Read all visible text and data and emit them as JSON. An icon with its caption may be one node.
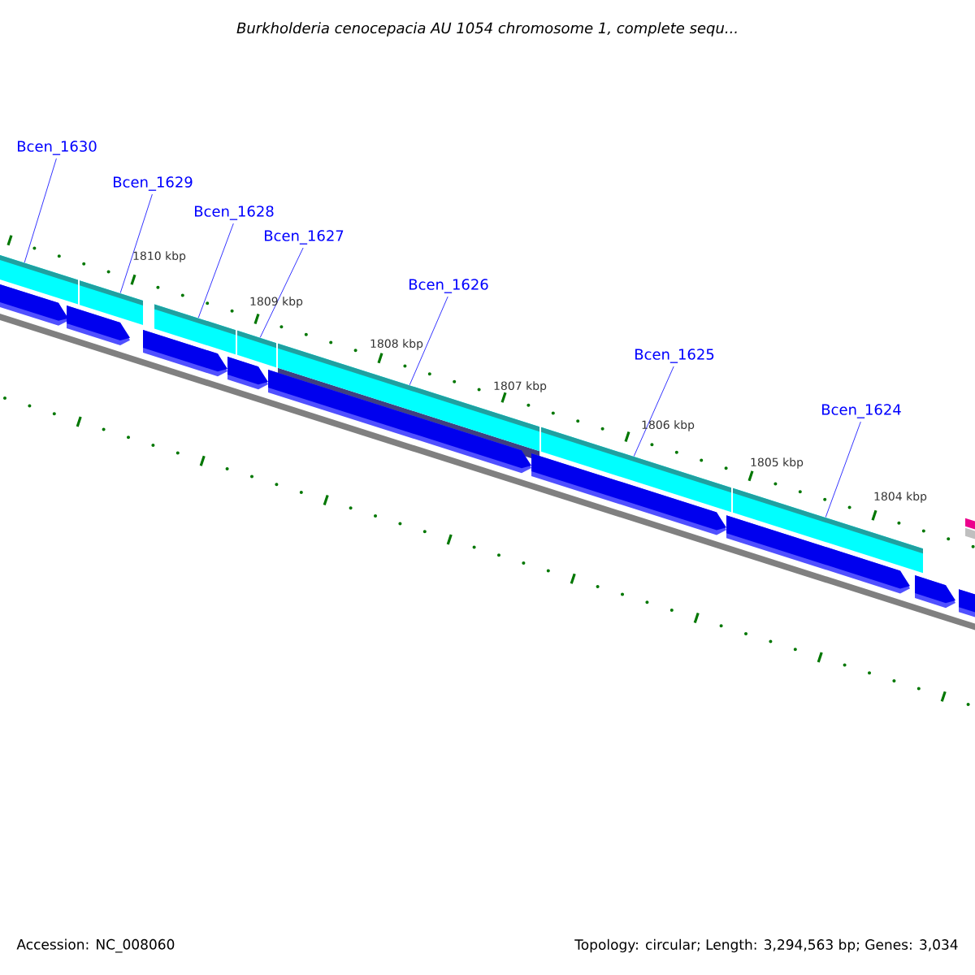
{
  "diagram": {
    "title": "Burkholderia cenocepacia AU 1054 chromosome 1, complete sequ...",
    "nodes": [
      {
        "text": [
          "Bcen_1630"
        ]
      },
      {
        "text": [
          "Bcen_1629"
        ]
      },
      {
        "text": [
          "Bcen_1628"
        ]
      },
      {
        "text": [
          "Bcen_1627"
        ]
      },
      {
        "text": [
          "Bcen_1626"
        ]
      },
      {
        "text": [
          "Bcen_1625"
        ]
      },
      {
        "text": [
          "Bcen_1624"
        ]
      },
      {
        "text": [],
        "shape": "bar"
      },
      {
        "text": [],
        "shape": "bar"
      },
      {
        "text": [],
        "shape": "bar"
      },
      {
        "text": [],
        "shape": "bar"
      },
      {
        "text": [],
        "shape": "bar"
      },
      {
        "text": [],
        "shape": "bar"
      },
      {
        "text": [],
        "shape": "bar"
      }
    ],
    "edges": [
      {
        "from": 0,
        "to": 7,
        "arrow": "none"
      },
      {
        "from": 1,
        "to": 8,
        "arrow": "none"
      },
      {
        "from": 2,
        "to": 9,
        "arrow": "none"
      },
      {
        "from": 3,
        "to": 10,
        "arrow": "none"
      },
      {
        "from": 4,
        "to": 11,
        "arrow": "none"
      },
      {
        "from": 5,
        "to": 12,
        "arrow": "none"
      },
      {
        "from": 6,
        "to": 13,
        "arrow": "none"
      }
    ],
    "labels": [
      "1810 kbp",
      "1809 kbp",
      "1808 kbp",
      "1807 kbp",
      "1806 kbp",
      "1805 kbp",
      "1804 kbp",
      "Accession: NC_008060",
      "Topology: circular; Length: 3,294,563 bp; Genes: 3,034"
    ]
  }
}
